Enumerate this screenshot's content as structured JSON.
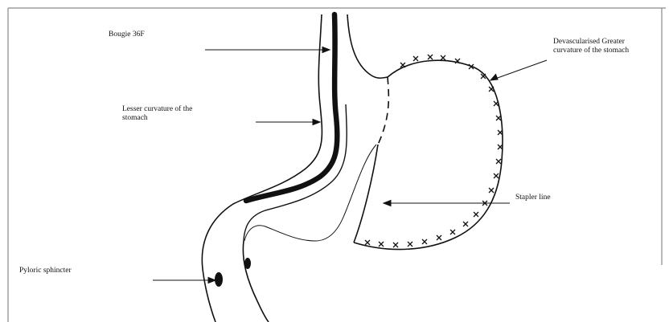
{
  "labels": {
    "bougie": "Bougie 36F",
    "lesser_curvature_line1": "Lesser curvature of the",
    "lesser_curvature_line2": "stomach",
    "greater_curvature_line1": "Devascularised Greater",
    "greater_curvature_line2": "curvature of the stomach",
    "stapler_line": "Stapler line",
    "pyloric_sphincter": "Pyloric sphincter"
  },
  "colors": {
    "ink": "#111111",
    "frame": "#8a8a8a",
    "background": "#ffffff"
  }
}
